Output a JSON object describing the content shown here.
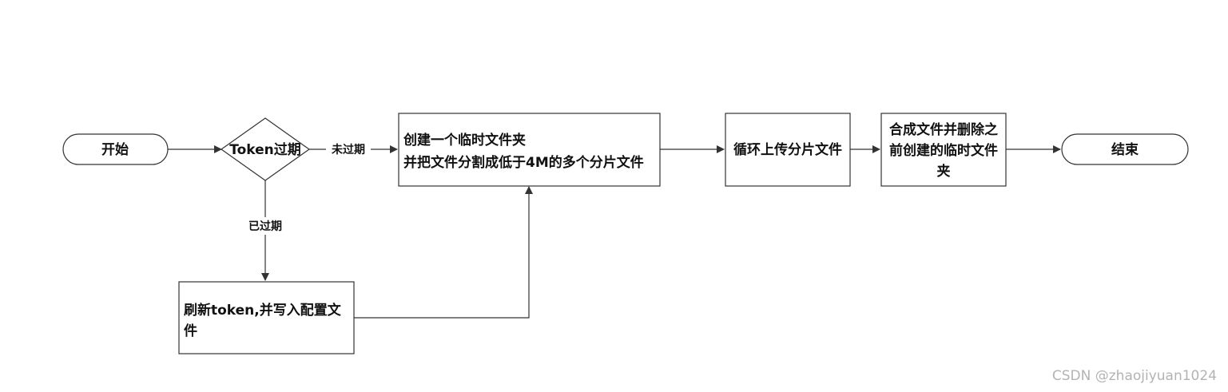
{
  "nodes": {
    "start": {
      "text": "开始"
    },
    "token_check": {
      "text": "Token过期"
    },
    "create_split": {
      "line1": "创建一个临时文件夹",
      "line2": "并把文件分割成低于4M的多个分片文件"
    },
    "upload_loop": {
      "text": "循环上传分片文件"
    },
    "merge_delete": {
      "line1": "合成文件并删除之",
      "line2": "前创建的临时文件",
      "line3": "夹"
    },
    "end": {
      "text": "结束"
    },
    "refresh_token": {
      "line1": "刷新token,并写入配置文",
      "line2": "件"
    }
  },
  "edge_labels": {
    "not_expired": "未过期",
    "expired": "已过期"
  },
  "watermark": "CSDN @zhaojiyuan1024"
}
